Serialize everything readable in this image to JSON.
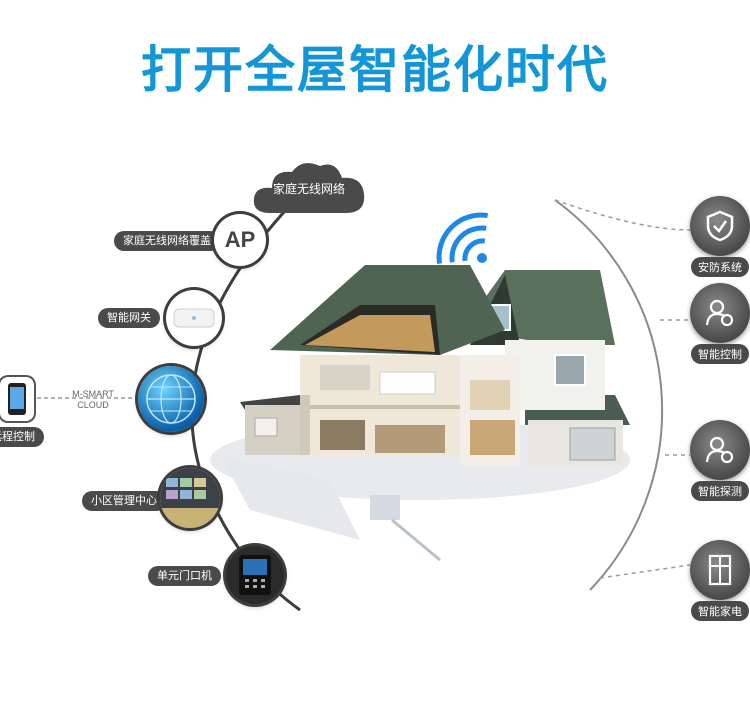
{
  "headline": "打开全屋智能化时代",
  "left_features": {
    "cloud": "家庭无线网络",
    "ap_coverage": "家庭无线网络覆盖",
    "ap_badge": "AP",
    "gateway": "智能网关",
    "cloud_service_text": "M-SMART\nCLOUD",
    "remote": "远程控制",
    "community": "小区管理中心",
    "door_unit": "单元门口机"
  },
  "right_features": [
    {
      "label": "安防系统",
      "icon": "shield-icon"
    },
    {
      "label": "智能控制",
      "icon": "user-gear-icon"
    },
    {
      "label": "智能探测",
      "icon": "user-gear-icon"
    },
    {
      "label": "智能家电",
      "icon": "fridge-icon"
    }
  ],
  "colors": {
    "accent": "#1296d8",
    "label_bg": "#4a4a4a",
    "wifi": "#1e88e5"
  }
}
